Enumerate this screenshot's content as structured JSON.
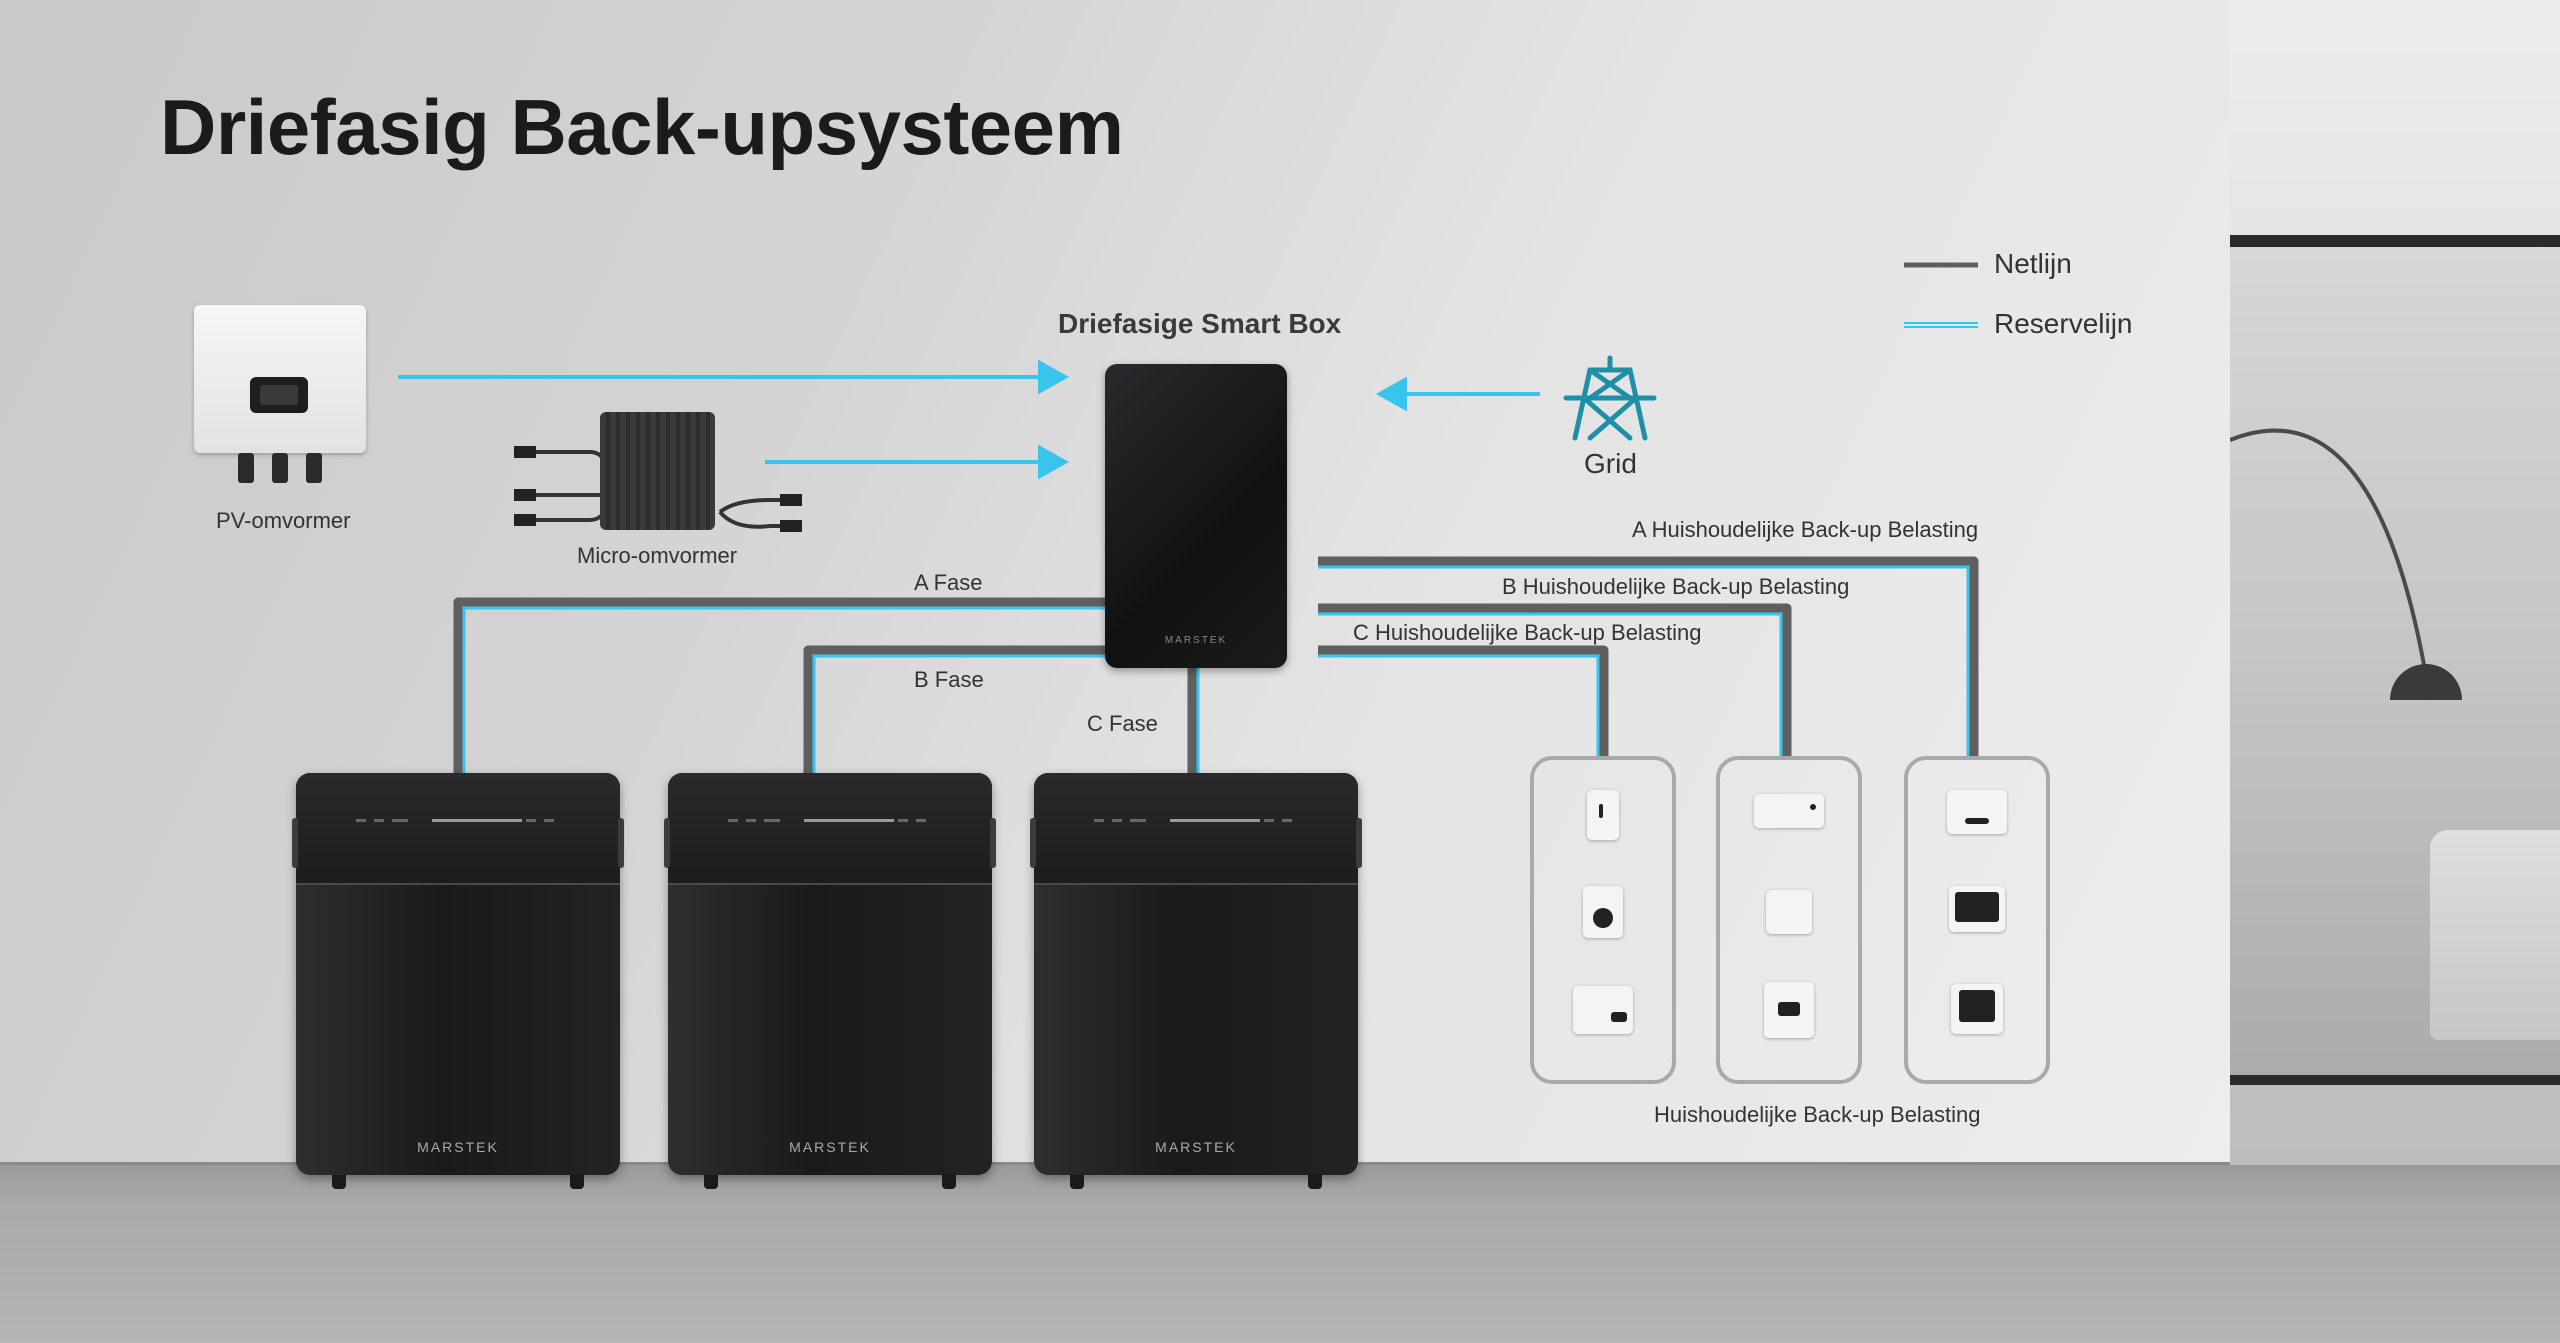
{
  "title": "Driefasig Back-upsysteem",
  "legend": {
    "grid_line": {
      "label": "Netlijn",
      "color": "#5f5f5f"
    },
    "backup_line": {
      "label": "Reservelijn",
      "color": "#39c4ee"
    }
  },
  "devices": {
    "pv_inverter": "PV-omvormer",
    "micro_inverter": "Micro-omvormer",
    "smart_box": "Driefasige Smart Box",
    "smart_box_brand": "MARSTEK",
    "grid": "Grid",
    "battery_brand": "MARSTEK"
  },
  "phases": {
    "a": "A Fase",
    "b": "B Fase",
    "c": "C Fase"
  },
  "loads": {
    "a": "A Huishoudelijke Back-up Belasting",
    "b": "B Huishoudelijke Back-up Belasting",
    "c": "C Huishoudelijke Back-up Belasting",
    "caption": "Huishoudelijke Back-up Belasting"
  },
  "appliance_icons": [
    [
      "fridge-icon",
      "coffee-machine-icon",
      "oven-icon"
    ],
    [
      "air-conditioner-icon",
      "router-icon",
      "microwave-icon"
    ],
    [
      "printer-icon",
      "tv-icon",
      "monitor-icon"
    ]
  ],
  "colors": {
    "backup_line": "#39c4ee",
    "grid_line": "#5f5f5f",
    "device_dark": "#1b1b1d"
  }
}
